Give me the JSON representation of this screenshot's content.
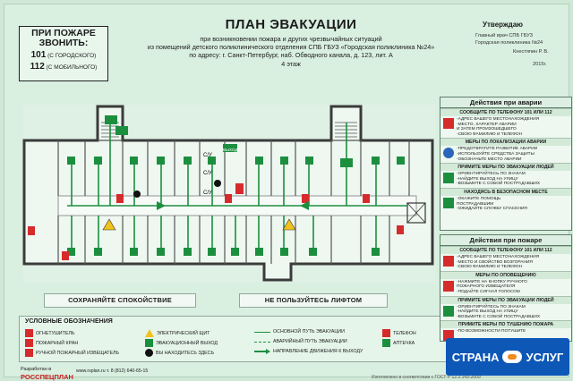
{
  "call_box": {
    "title": "ПРИ ПОЖАРЕ ЗВОНИТЬ:",
    "line1_num": "101",
    "line1_note": "(С ГОРОДСКОГО)",
    "line2_num": "112",
    "line2_note": "(С МОБИЛЬНОГО)"
  },
  "header": {
    "title": "ПЛАН ЭВАКУАЦИИ",
    "line1": "при возникновении пожара и других чрезвычайных ситуаций",
    "line2": "из помещений детского поликлинического отделения СПБ ГБУЗ «Городская поликлиника №24»",
    "line3": "по адресу: г. Санкт-Петербург, наб. Обводного канала, д. 123, лит. А",
    "line4": "4 этаж"
  },
  "approval": {
    "title": "Утверждаю",
    "line1": "Главный врач СПБ ГБУЗ",
    "line2": "Городская поликлиника №24",
    "line3": "Кнестяпин Р. В.",
    "line4": "2015г."
  },
  "banners": {
    "calm": "СОХРАНЯЙТЕ СПОКОЙСТВИЕ",
    "no_elevator": "НЕ ПОЛЬЗУЙТЕСЬ ЛИФТОМ"
  },
  "legend": {
    "title": "УСЛОВНЫЕ ОБОЗНАЧЕНИЯ",
    "items": [
      "ОГНЕТУШИТЕЛЬ",
      "ПОЖАРНЫЙ КРАН",
      "РУЧНОЙ ПОЖАРНЫЙ ИЗВЕЩАТЕЛЬ",
      "ЭЛЕКТРИЧЕСКИЙ ЩИТ",
      "ЭВАКУАЦИОННЫЙ ВЫХОД",
      "ВЫ НАХОДИТЕСЬ ЗДЕСЬ",
      "ОСНОВНОЙ ПУТЬ ЭВАКУАЦИИ",
      "АВАРИЙНЫЙ ПУТЬ ЭВАКУАЦИИ",
      "НАПРАВЛЕНИЕ ДВИЖЕНИЯ К ВЫХОДУ",
      "ТЕЛЕФОН",
      "АПТЕЧКА"
    ]
  },
  "emergency": {
    "title": "Действия при аварии",
    "s1": "СООБЩИТЕ ПО ТЕЛЕФОНУ 101 ИЛИ 112",
    "s1_lines": [
      "-АДРЕС ВАШЕГО МЕСТОНАХОЖДЕНИЯ",
      "-МЕСТО, ХАРАКТЕР АВАРИИ",
      "И ЗАТЕМ ПРОИЗОШЕДШЕГО",
      "-СВОЮ ФАМИЛИЮ И ТЕЛЕФОН"
    ],
    "s2": "МЕРЫ ПО ЛОКАЛИЗАЦИИ АВАРИИ",
    "s2_lines": [
      "-ПРЕДОТВРАТИТЕ РАЗВИТИЕ АВАРИИ",
      "-ИСПОЛЬЗУЙТЕ СРЕДСТВА ЗАЩИТЫ",
      "-ОБОЗНАЧЬТЕ МЕСТО АВАРИИ"
    ],
    "s3": "ПРИМИТЕ МЕРЫ ПО ЭВАКУАЦИИ ЛЮДЕЙ",
    "s3_lines": [
      "-ОРИЕНТИРУЙТЕСЬ ПО ЗНАКАМ",
      "-НАЙДИТЕ ВЫХОД НА УЛИЦУ",
      "-ВОЗЬМИТЕ С СОБОЙ ПОСТРАДАВШИХ"
    ],
    "s4": "НАХОДЯСЬ В БЕЗОПАСНОМ МЕСТЕ",
    "s4_lines": [
      "-ОКАЖИТЕ ПОМОЩЬ",
      "ПОСТРАДАВШИМ",
      "-ОЖИДАЙТЕ СЛУЖБУ СПАСЕНИЯ"
    ]
  },
  "fire": {
    "title": "Действия при пожаре",
    "s1": "СООБЩИТЕ ПО ТЕЛЕФОНУ 101 ИЛИ 112",
    "s1_lines": [
      "-АДРЕС ВАШЕГО МЕСТОНАХОЖДЕНИЯ",
      "-МЕСТО И СВОЙСТВО ВОЗГОРАНИЯ",
      "-СВОЮ ФАМИЛИЮ И ТЕЛЕФОН"
    ],
    "s2": "МЕРЫ ПО ОПОВЕЩЕНИЮ",
    "s2_lines": [
      "-НАЖМИТЕ НА КНОПКУ РУЧНОГО",
      "ПОЖАРНОГО ИЗВЕЩАТЕЛЯ",
      "-ПОДАЙТЕ СИГНАЛ ГОЛОСОМ"
    ],
    "s3": "ПРИМИТЕ МЕРЫ ПО ЭВАКУАЦИИ ЛЮДЕЙ",
    "s3_lines": [
      "-ОРИЕНТИРУЙТЕСЬ ПО ЗНАКАМ",
      "-НАЙДИТЕ ВЫХОД НА УЛИЦУ",
      "-ВОЗЬМИТЕ С СОБОЙ ПОСТРАДАВШИХ"
    ],
    "s4": "ПРИМИТЕ МЕРЫ ПО ТУШЕНИЮ ПОЖАРА",
    "s4_lines": [
      "-ПО ВОЗМОЖНОСТИ ПОТУШИТЕ"
    ]
  },
  "map_labels": {
    "cy": "С/У",
    "exit": "ВЫХОД"
  },
  "footer": {
    "dev": "Разработан в",
    "brand": "РОССПЕЦПЛАН",
    "contacts": "www.rsplan.ru  т. 8 (812) 640-65-15",
    "made": "Изготовлено в соответствии с ГОСТ Р 12.2.143-2009"
  },
  "promo": {
    "left": "СТРАНА",
    "right": "УСЛУГ"
  },
  "colors": {
    "green": "#1c8f3f",
    "red": "#d62b2b",
    "yellow": "#f1c21b"
  }
}
